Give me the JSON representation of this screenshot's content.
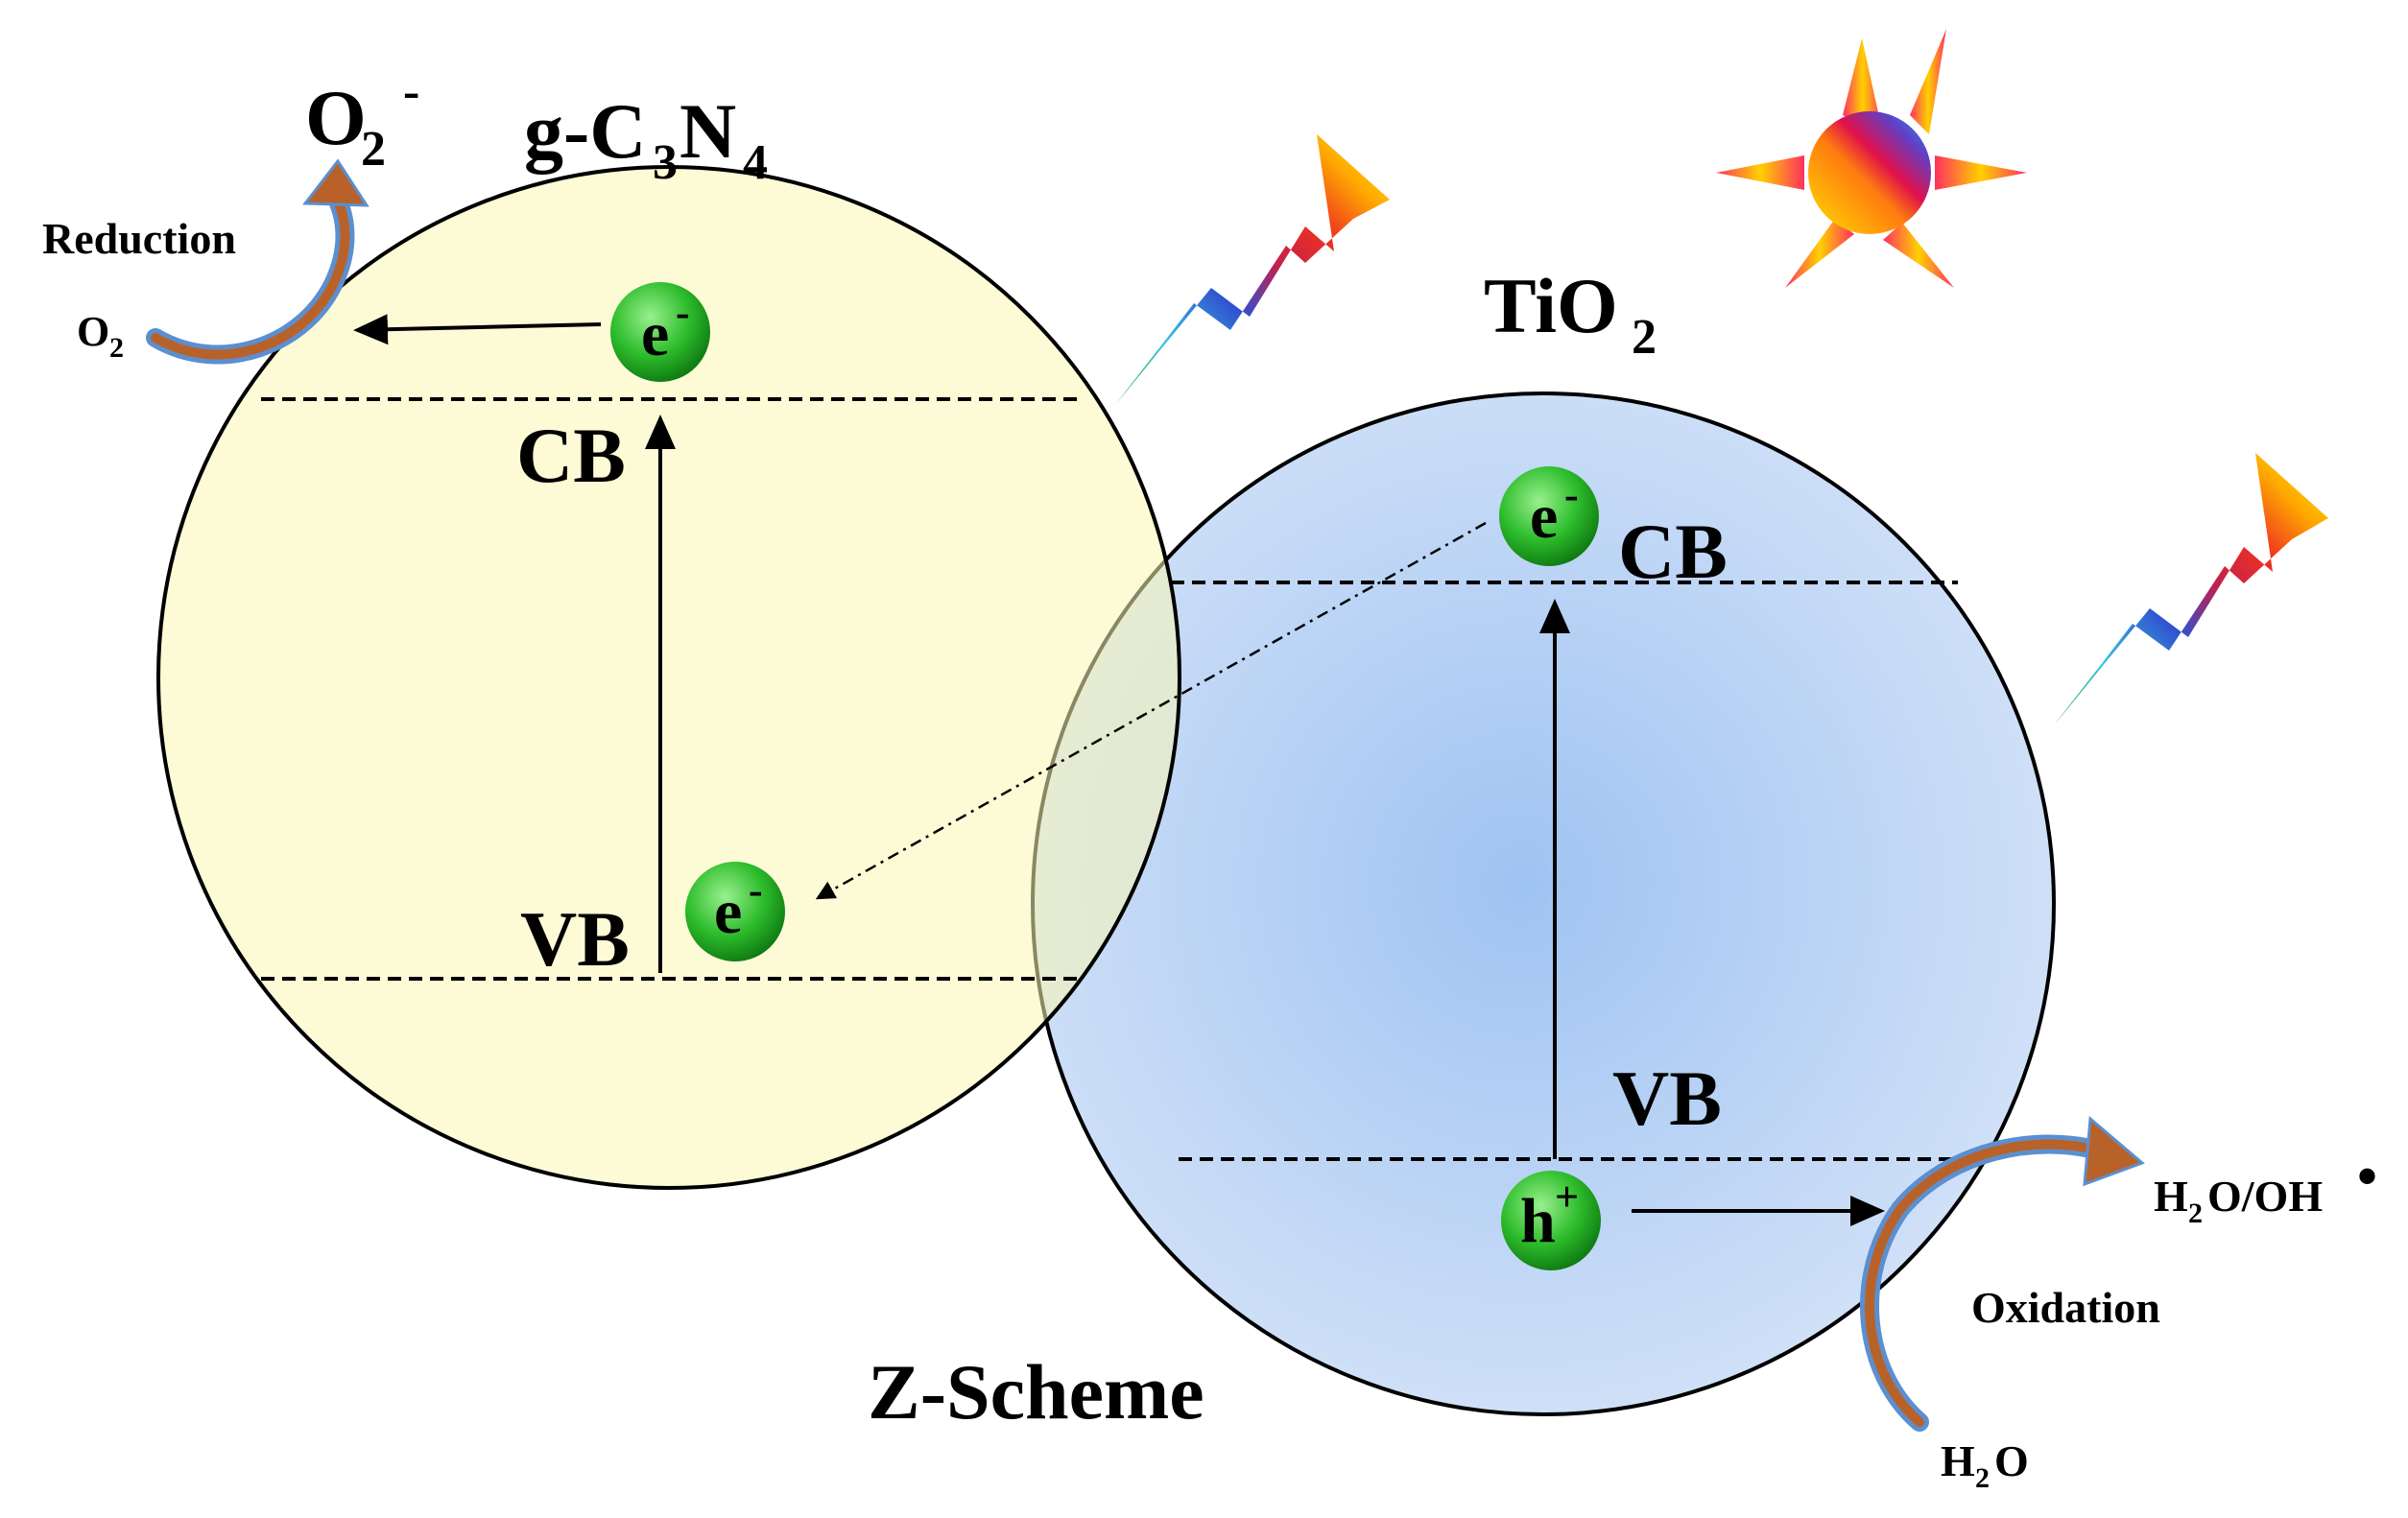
{
  "labels": {
    "superoxide": {
      "base": "O",
      "sub": "2",
      "sup": "-"
    },
    "gcn": {
      "p1": "g-C",
      "sub1": "3",
      "p2": "N",
      "sub2": "4"
    },
    "reduction": "Reduction",
    "o2": {
      "base": "O",
      "sub": "2"
    },
    "tio2": {
      "base": "TiO",
      "sub": "2"
    },
    "cb_left": "CB",
    "vb_left": "VB",
    "cb_right": "CB",
    "vb_right": "VB",
    "z_scheme": "Z-Scheme",
    "oxidation": "Oxidation",
    "h2o_bottom": {
      "p1": "H",
      "sub": "2",
      "p2": "O"
    },
    "h2o_oh": {
      "p1": "H",
      "sub": "2",
      "p2": "O/OH",
      "dot": "•"
    }
  },
  "particles": {
    "e_cb_left": {
      "base": "e",
      "sup": "-"
    },
    "e_vb_left": {
      "base": "e",
      "sup": "-"
    },
    "e_cb_right": {
      "base": "e",
      "sup": "-"
    },
    "h_vb_right": {
      "base": "h",
      "sup": "+"
    }
  },
  "colors": {
    "gcn_fill": "#fbf8bf",
    "tio2_center": "#9fc3f2",
    "tio2_edge": "#d3e2f7",
    "particle_light": "#7fe07a",
    "particle_dark": "#0f8a14",
    "arc_orange": "#b8622a",
    "arc_blue": "#5b8fd0"
  },
  "icons": [
    "sun-icon",
    "lightning-bolt-icon"
  ]
}
